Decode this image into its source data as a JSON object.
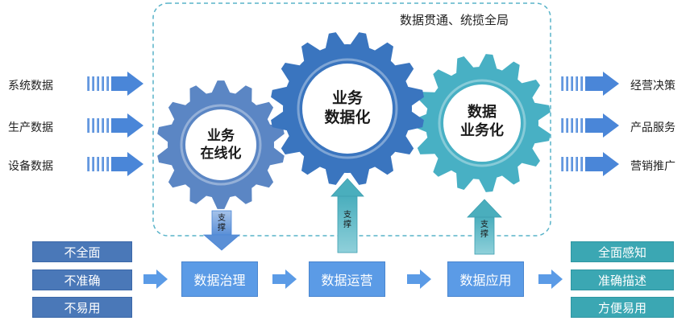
{
  "header": {
    "title": "数据贯通、统揽全局"
  },
  "inputs": [
    "系统数据",
    "生产数据",
    "设备数据"
  ],
  "outputs": [
    "经营决策",
    "产品服务",
    "营销推广"
  ],
  "gears": [
    {
      "line1": "业务",
      "line2": "在线化",
      "color": "#5b86c4"
    },
    {
      "line1": "业务",
      "line2": "数据化",
      "color": "#3a75bf"
    },
    {
      "line1": "数据",
      "line2": "业务化",
      "color": "#48b0c4"
    }
  ],
  "support": [
    "支撑",
    "支撑",
    "支撑"
  ],
  "problems": [
    "不全面",
    "不准确",
    "不易用"
  ],
  "processes": [
    "数据治理",
    "数据运营",
    "数据应用"
  ],
  "results": [
    "全面感知",
    "准确描述",
    "方便易用"
  ],
  "colors": {
    "arrow": "#4a86d8",
    "leftbox": "#4a78b8",
    "rightbox": "#3ba7b3",
    "procbox": "#5b9be6",
    "dashed": "#59b3c9"
  }
}
